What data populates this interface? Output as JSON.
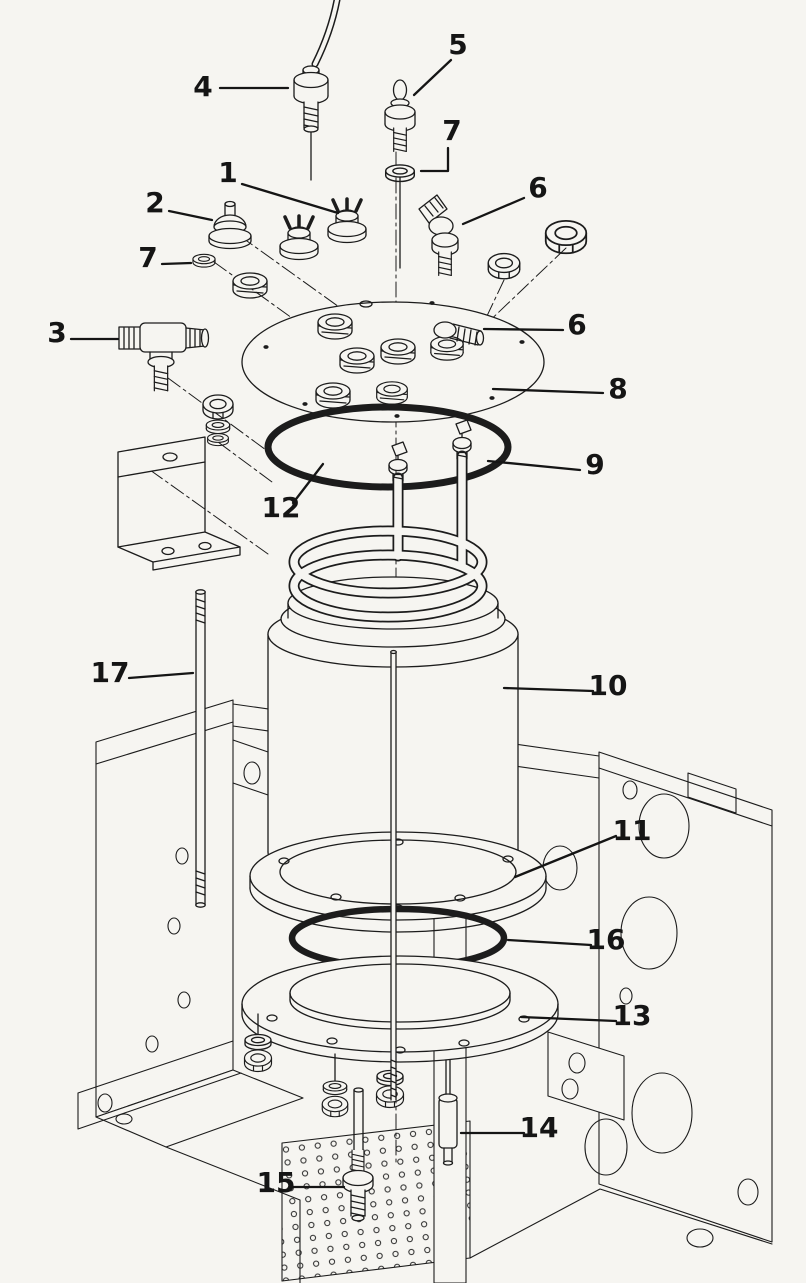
{
  "page": {
    "background_color": "#f6f5f1",
    "ink_color": "#1c1c1c"
  },
  "figure": {
    "kind": "exploded-parts-diagram",
    "callouts": [
      {
        "text": "5",
        "part": "temperature-probe"
      },
      {
        "text": "4",
        "part": "cable-gland-probe"
      },
      {
        "text": "7",
        "part": "washer-upper"
      },
      {
        "text": "1",
        "part": "thermostat-pair"
      },
      {
        "text": "6",
        "part": "elbow-fitting"
      },
      {
        "text": "2",
        "part": "pressure-stat"
      },
      {
        "text": "7",
        "part": "washer-left"
      },
      {
        "text": "6",
        "part": "straight-fitting"
      },
      {
        "text": "3",
        "part": "tee-fitting"
      },
      {
        "text": "8",
        "part": "boiler-top-plate"
      },
      {
        "text": "9",
        "part": "heating-element"
      },
      {
        "text": "12",
        "part": "o-ring-upper"
      },
      {
        "text": "17",
        "part": "tie-rod"
      },
      {
        "text": "10",
        "part": "boiler-body"
      },
      {
        "text": "11",
        "part": "boiler-flange"
      },
      {
        "text": "16",
        "part": "o-ring-lower"
      },
      {
        "text": "13",
        "part": "mounting-plate"
      },
      {
        "text": "14",
        "part": "level-probe"
      },
      {
        "text": "15",
        "part": "drain-fitting"
      }
    ]
  }
}
